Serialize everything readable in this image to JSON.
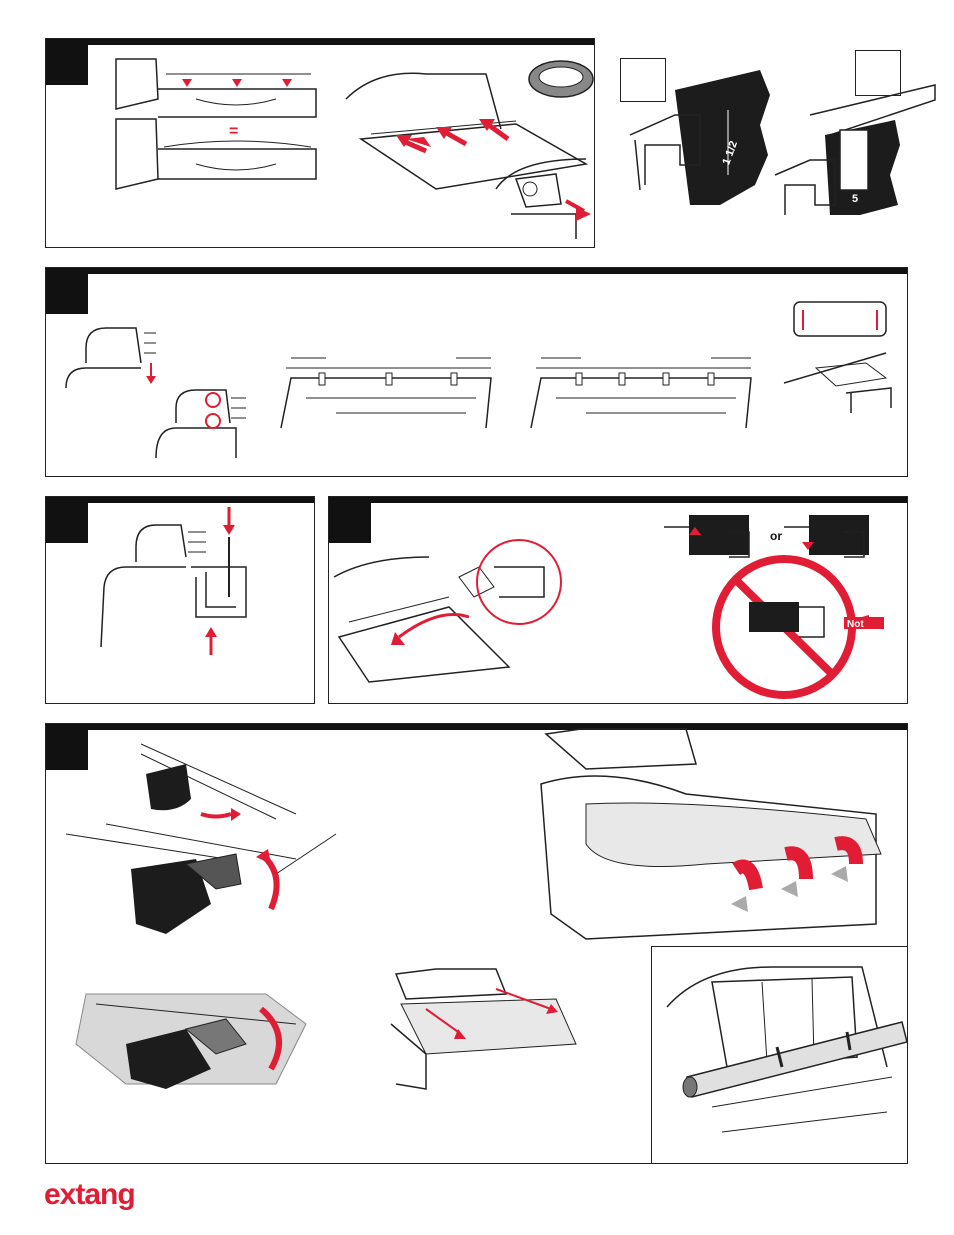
{
  "colors": {
    "accent": "#e11d35",
    "ink": "#111111",
    "grey": "#9a9a9a"
  },
  "step1": {
    "equal_sign": "="
  },
  "detail_a": {
    "dimension": "1 1/2"
  },
  "detail_b": {
    "dimension": "5"
  },
  "step4": {
    "or_label": "or",
    "not_label": "Not"
  },
  "brand": {
    "logo": "extang"
  }
}
